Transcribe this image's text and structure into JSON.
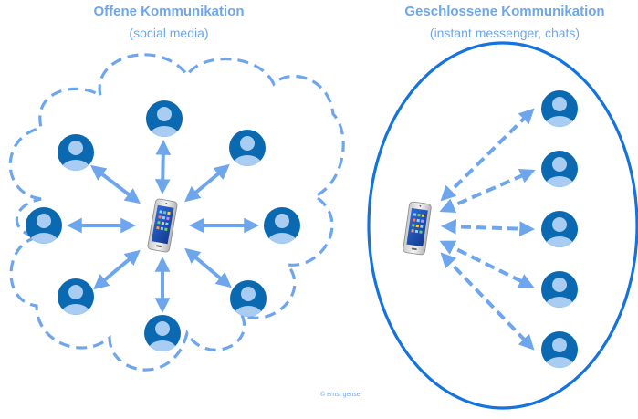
{
  "open": {
    "title": "Offene Kommunikation",
    "subtitle": "(social media)"
  },
  "closed": {
    "title": "Geschlossene Kommunikation",
    "subtitle": "(instant messenger, chats)"
  },
  "copyright": "© ernst genser",
  "icons": {
    "user": "user-avatar-icon",
    "phone": "smartphone-icon"
  },
  "colors": {
    "accent": "#6ea6ee",
    "avatar": "#0a69b0",
    "ellipse": "#1473de"
  }
}
